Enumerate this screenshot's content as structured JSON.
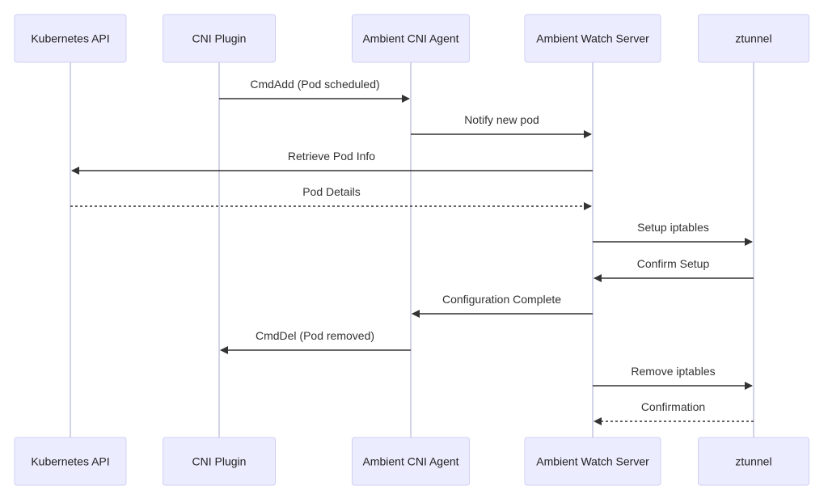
{
  "diagram": {
    "type": "sequence",
    "actors": [
      {
        "id": "k8s",
        "label": "Kubernetes API"
      },
      {
        "id": "cni",
        "label": "CNI Plugin"
      },
      {
        "id": "agent",
        "label": "Ambient CNI Agent"
      },
      {
        "id": "watch",
        "label": "Ambient Watch Server"
      },
      {
        "id": "zt",
        "label": "ztunnel"
      }
    ],
    "messages": [
      {
        "from": "cni",
        "to": "agent",
        "label": "CmdAdd (Pod scheduled)",
        "style": "solid"
      },
      {
        "from": "agent",
        "to": "watch",
        "label": "Notify new pod",
        "style": "solid"
      },
      {
        "from": "watch",
        "to": "k8s",
        "label": "Retrieve Pod Info",
        "style": "solid"
      },
      {
        "from": "k8s",
        "to": "watch",
        "label": "Pod Details",
        "style": "dashed"
      },
      {
        "from": "watch",
        "to": "zt",
        "label": "Setup iptables",
        "style": "solid"
      },
      {
        "from": "zt",
        "to": "watch",
        "label": "Confirm Setup",
        "style": "solid"
      },
      {
        "from": "watch",
        "to": "agent",
        "label": "Configuration Complete",
        "style": "solid"
      },
      {
        "from": "agent",
        "to": "cni",
        "label": "CmdDel (Pod removed)",
        "style": "solid"
      },
      {
        "from": "watch",
        "to": "zt",
        "label": "Remove iptables",
        "style": "solid"
      },
      {
        "from": "zt",
        "to": "watch",
        "label": "Confirmation",
        "style": "dashed"
      }
    ]
  },
  "colors": {
    "actor_fill": "#ECECFF",
    "actor_border": "#CFCFF5",
    "lifeline": "#D3D3E8",
    "message": "#333333"
  }
}
